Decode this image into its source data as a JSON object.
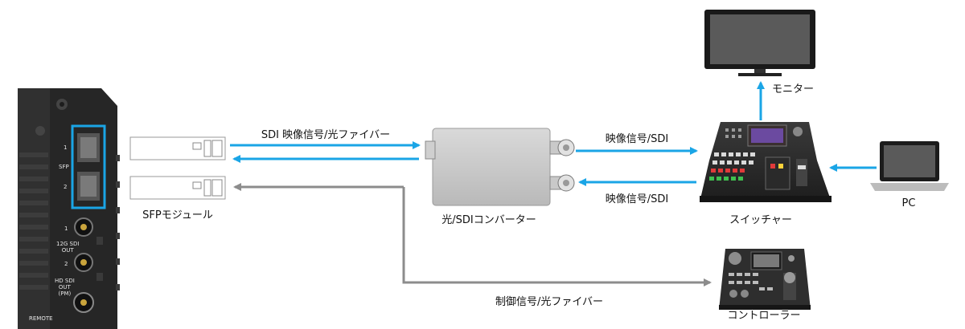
{
  "colors": {
    "signal_blue": "#1aa5e6",
    "control_gray": "#8c8c8c",
    "device_dark": "#2b2b2b"
  },
  "camera": {
    "port_labels": [
      "1",
      "SFP",
      "2",
      "1",
      "12G SDI\nOUT",
      "2",
      "HD SDI\nOUT\n(PM)",
      "REMOTE"
    ]
  },
  "nodes": {
    "sfp_module": "SFPモジュール",
    "converter": "光/SDIコンバーター",
    "switcher": "スイッチャー",
    "monitor": "モニター",
    "pc": "PC",
    "controller": "コントローラー"
  },
  "links": {
    "sfp_to_converter": "SDI 映像信号/光ファイバー",
    "converter_to_switcher": "映像信号/SDI",
    "switcher_to_converter": "映像信号/SDI",
    "control": "制御信号/光ファイバー"
  }
}
